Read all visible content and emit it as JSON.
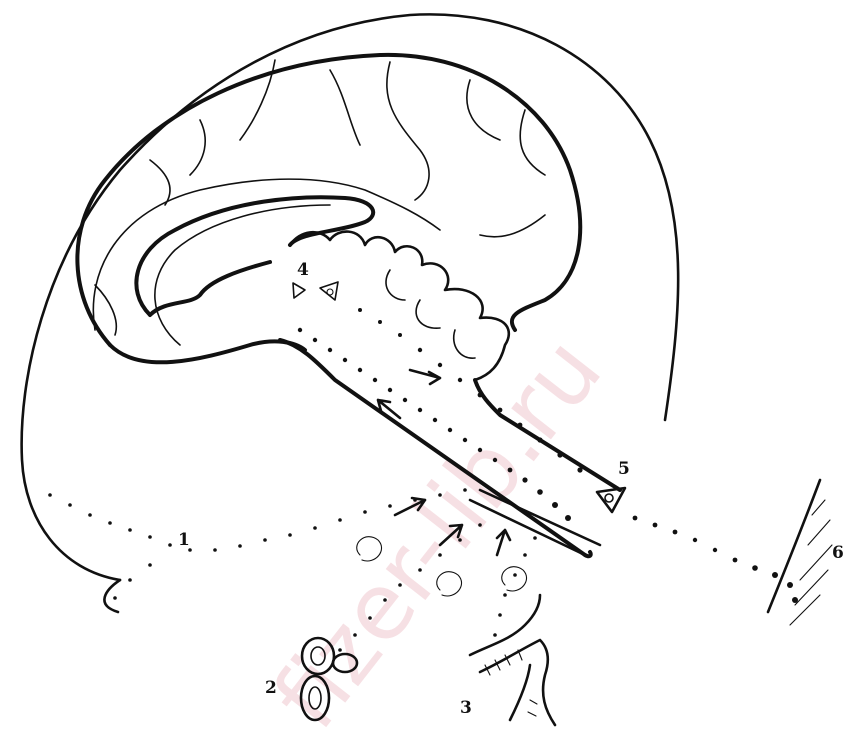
{
  "labels": {
    "n1": "1",
    "n2": "2",
    "n3": "3",
    "n4": "4",
    "n5": "5",
    "n6": "6"
  },
  "watermark": "fizer-lib.ru",
  "colors": {
    "ink": "#111111",
    "watermark": "#f0c8ce"
  }
}
